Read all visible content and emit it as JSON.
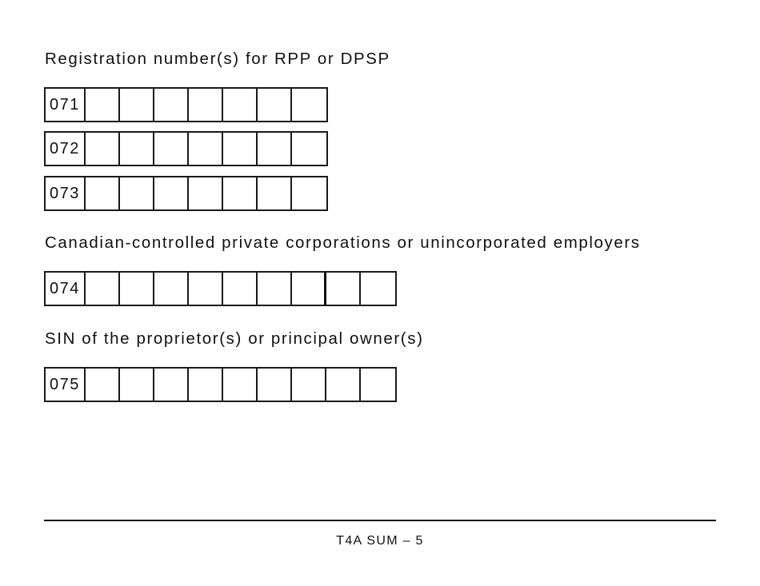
{
  "sections": {
    "registration": {
      "heading": "Registration number(s) for RPP or DPSP",
      "rows": [
        {
          "code": "071",
          "cells": 7
        },
        {
          "code": "072",
          "cells": 7
        },
        {
          "code": "073",
          "cells": 7
        }
      ]
    },
    "ccpc": {
      "heading": "Canadian-controlled private corporations or unincorporated employers",
      "rows": [
        {
          "code": "074",
          "cells": 9
        }
      ]
    },
    "sin": {
      "heading": "SIN of the proprietor(s) or principal owner(s)",
      "rows": [
        {
          "code": "075",
          "cells": 9
        }
      ]
    }
  },
  "footer": {
    "page_label": "T4A SUM – 5"
  }
}
